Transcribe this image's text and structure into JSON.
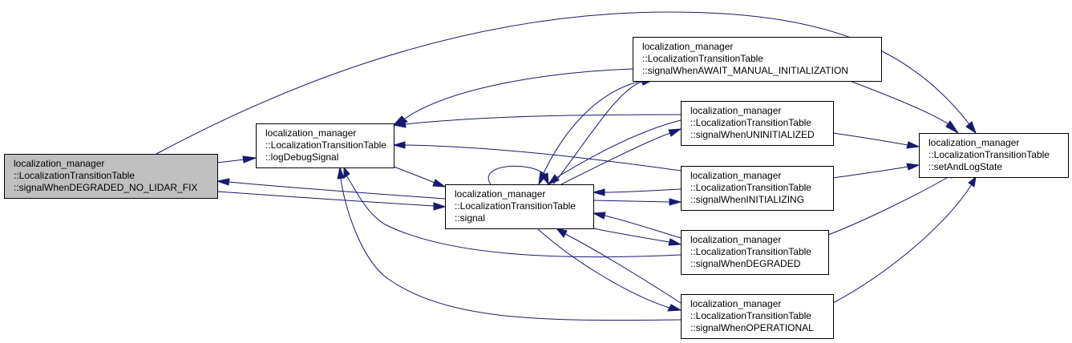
{
  "colors": {
    "edge": "#191970",
    "node_border": "#000000",
    "node_fill": "#ffffff",
    "highlight_fill": "#bfbfbf"
  },
  "nodes": {
    "degraded_no_lidar_fix": {
      "lines": [
        "localization_manager",
        "::LocalizationTransitionTable",
        "::signalWhenDEGRADED_NO_LIDAR_FIX"
      ],
      "highlighted": true
    },
    "log_debug_signal": {
      "lines": [
        "localization_manager",
        "::LocalizationTransitionTable",
        "::logDebugSignal"
      ],
      "highlighted": false
    },
    "signal": {
      "lines": [
        "localization_manager",
        "::LocalizationTransitionTable",
        "::signal"
      ],
      "highlighted": false
    },
    "await_manual_init": {
      "lines": [
        "localization_manager",
        "::LocalizationTransitionTable",
        "::signalWhenAWAIT_MANUAL_INITIALIZATION"
      ],
      "highlighted": false
    },
    "uninitialized": {
      "lines": [
        "localization_manager",
        "::LocalizationTransitionTable",
        "::signalWhenUNINITIALIZED"
      ],
      "highlighted": false
    },
    "initializing": {
      "lines": [
        "localization_manager",
        "::LocalizationTransitionTable",
        "::signalWhenINITIALIZING"
      ],
      "highlighted": false
    },
    "degraded": {
      "lines": [
        "localization_manager",
        "::LocalizationTransitionTable",
        "::signalWhenDEGRADED"
      ],
      "highlighted": false
    },
    "operational": {
      "lines": [
        "localization_manager",
        "::LocalizationTransitionTable",
        "::signalWhenOPERATIONAL"
      ],
      "highlighted": false
    },
    "set_and_log_state": {
      "lines": [
        "localization_manager",
        "::LocalizationTransitionTable",
        "::setAndLogState"
      ],
      "highlighted": false
    }
  },
  "edges": [
    {
      "from": "degraded_no_lidar_fix",
      "to": "log_debug_signal"
    },
    {
      "from": "degraded_no_lidar_fix",
      "to": "signal"
    },
    {
      "from": "degraded_no_lidar_fix",
      "to": "set_and_log_state"
    },
    {
      "from": "signal",
      "to": "degraded_no_lidar_fix"
    },
    {
      "from": "signal",
      "to": "log_debug_signal"
    },
    {
      "from": "signal",
      "to": "signal"
    },
    {
      "from": "signal",
      "to": "await_manual_init"
    },
    {
      "from": "signal",
      "to": "uninitialized"
    },
    {
      "from": "signal",
      "to": "initializing"
    },
    {
      "from": "signal",
      "to": "degraded"
    },
    {
      "from": "signal",
      "to": "operational"
    },
    {
      "from": "await_manual_init",
      "to": "log_debug_signal"
    },
    {
      "from": "await_manual_init",
      "to": "signal"
    },
    {
      "from": "await_manual_init",
      "to": "set_and_log_state"
    },
    {
      "from": "uninitialized",
      "to": "log_debug_signal"
    },
    {
      "from": "uninitialized",
      "to": "signal"
    },
    {
      "from": "uninitialized",
      "to": "set_and_log_state"
    },
    {
      "from": "initializing",
      "to": "log_debug_signal"
    },
    {
      "from": "initializing",
      "to": "signal"
    },
    {
      "from": "initializing",
      "to": "set_and_log_state"
    },
    {
      "from": "degraded",
      "to": "log_debug_signal"
    },
    {
      "from": "degraded",
      "to": "signal"
    },
    {
      "from": "degraded",
      "to": "set_and_log_state"
    },
    {
      "from": "operational",
      "to": "log_debug_signal"
    },
    {
      "from": "operational",
      "to": "signal"
    },
    {
      "from": "operational",
      "to": "set_and_log_state"
    }
  ]
}
